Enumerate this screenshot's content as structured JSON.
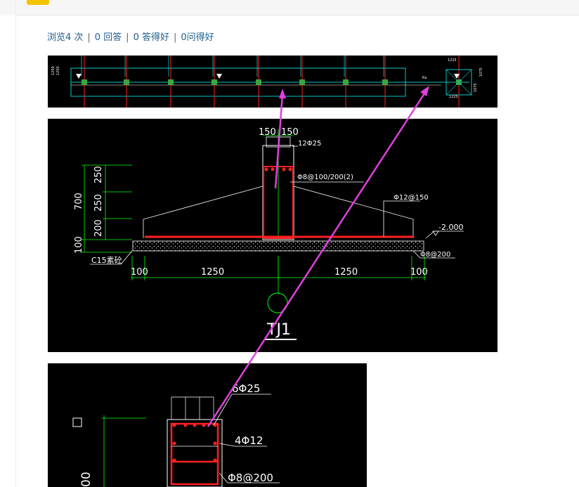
{
  "question": {
    "stats": {
      "views": "浏览4 次",
      "answers": "0 回答",
      "good_answers": "0 答得好",
      "good_questions": "0问得好",
      "separator": "|"
    }
  },
  "drawings": {
    "plan": {
      "labels": [
        "1250",
        "1250",
        "1225",
        "1225",
        "1075",
        "1075",
        "Ka"
      ]
    },
    "section": {
      "title": "TJ1",
      "top_widths": [
        "150",
        "150"
      ],
      "column_bars": "12Φ25",
      "column_stirrups": "Φ8@100/200(2)",
      "footing_bars": "Φ12@150",
      "elevation": "-2.000",
      "bottom_bars": "Φ8@200",
      "concrete": "C15素砼",
      "dims_vertical": [
        "250",
        "250",
        "200",
        "700",
        "100"
      ],
      "dims_horizontal": [
        "100",
        "1250",
        "1250",
        "100"
      ]
    },
    "column_detail": {
      "main_bars": "6Φ25",
      "side_bars": "4Φ12",
      "stirrups": "Φ8@200",
      "partial_dim": "00"
    }
  },
  "colors": {
    "link": "#1c5e8a",
    "badge": "#f5c400",
    "annotation_arrow": "#e040e0",
    "cad_green": "#00ff00",
    "cad_red": "#ff2020",
    "cad_white": "#ffffff",
    "cad_cyan": "#00c8c8"
  }
}
